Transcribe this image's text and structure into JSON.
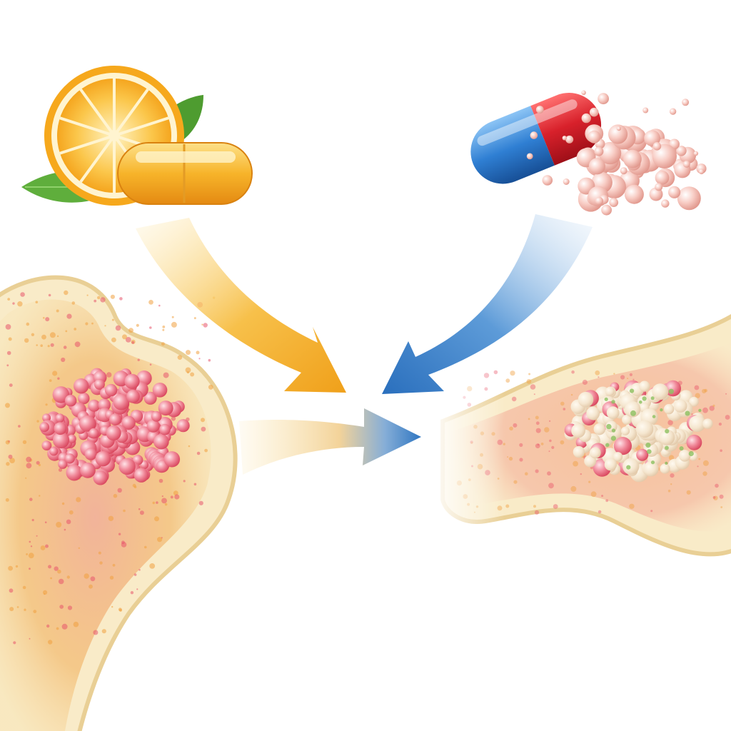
{
  "colors": {
    "background": "#ffffff",
    "orange": "#f6a81c",
    "orange_light": "#fde39a",
    "leaf": "#5fae3c",
    "capsule_yellow": "#f7b42a",
    "capsule_red": "#d8212b",
    "capsule_blue": "#2f7fd3",
    "granule": "#f3b9b1",
    "arrow_yellow": "#f2a81d",
    "arrow_blue": "#2f76c2",
    "bone": "#f8e8c2",
    "bone_edge": "#e9cf95",
    "marrow_red": "#e8566b",
    "lesion_cream": "#f6ead6"
  },
  "elements": {
    "left_source": "orange-slice-and-yellow-capsule",
    "right_source": "red-blue-capsule-with-granules",
    "left_bone": "bone-with-red-lesion",
    "right_bone": "bone-with-healing-lesion"
  }
}
